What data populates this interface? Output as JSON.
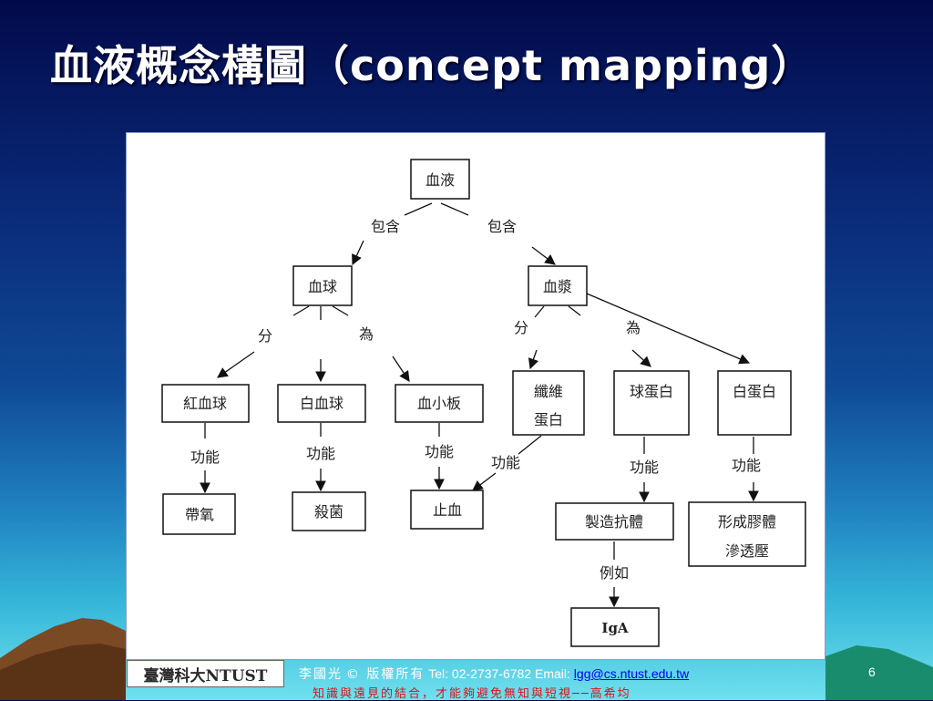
{
  "slide": {
    "title": "血液概念構圖（concept mapping）",
    "page_number": "6"
  },
  "diagram": {
    "nodes": {
      "blood": "血液",
      "blood_cells": "血球",
      "plasma": "血漿",
      "rbc": "紅血球",
      "wbc": "白血球",
      "platelet": "血小板",
      "fibrinogen_1": "纖維",
      "fibrinogen_2": "蛋白",
      "globulin": "球蛋白",
      "albumin": "白蛋白",
      "oxygen": "帶氧",
      "germicide": "殺菌",
      "hemostasis": "止血",
      "antibody": "製造抗體",
      "osmotic_1": "形成膠體",
      "osmotic_2": "滲透壓",
      "iga": "IgA"
    },
    "edge_labels": {
      "contains_left": "包含",
      "contains_right": "包含",
      "divide_left": "分",
      "divide_right": "分",
      "is_left": "為",
      "is_right": "為",
      "function_rbc": "功能",
      "function_wbc": "功能",
      "function_platelet": "功能",
      "function_fibrinogen": "功能",
      "function_globulin": "功能",
      "function_albumin": "功能",
      "example": "例如"
    }
  },
  "footer": {
    "logo_text": "臺灣科大NTUST",
    "author": "李國光",
    "copyright": "© 版權所有",
    "tel": "Tel: 02-2737-6782",
    "email_label": "Email:",
    "email": "lgg@cs.ntust.edu.tw",
    "motto": "知識與遠見的結合，才能夠避免無知與短視──高希均"
  },
  "colors": {
    "title": "#ffffff",
    "motto": "#d8141b",
    "link": "#0000ee"
  }
}
